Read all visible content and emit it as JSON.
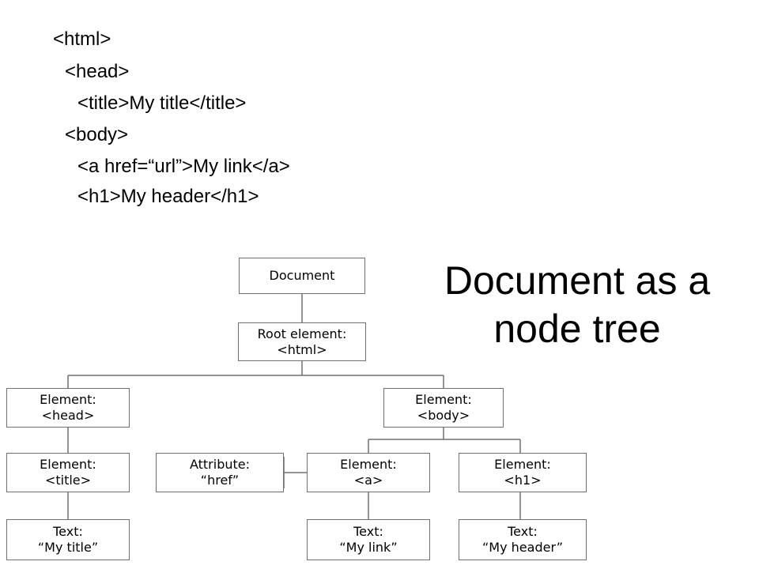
{
  "code": {
    "lines": [
      "<html>",
      "<head>",
      "<title>My title</title>",
      "<body>",
      "<a href=“url”>My link</a>",
      "<h1>My header</h1>"
    ]
  },
  "title": {
    "line1": "Document as a",
    "line2": "node tree"
  },
  "tree": {
    "document": {
      "label": "Document"
    },
    "root": {
      "line1": "Root element:",
      "line2": "<html>"
    },
    "head": {
      "line1": "Element:",
      "line2": "<head>"
    },
    "body": {
      "line1": "Element:",
      "line2": "<body>"
    },
    "title_el": {
      "line1": "Element:",
      "line2": "<title>"
    },
    "attribute": {
      "line1": "Attribute:",
      "line2": "“href”"
    },
    "a_el": {
      "line1": "Element:",
      "line2": "<a>"
    },
    "h1_el": {
      "line1": "Element:",
      "line2": "<h1>"
    },
    "text_title": {
      "line1": "Text:",
      "line2": "“My title”"
    },
    "text_link": {
      "line1": "Text:",
      "line2": "“My link”"
    },
    "text_header": {
      "line1": "Text:",
      "line2": "“My header”"
    }
  }
}
